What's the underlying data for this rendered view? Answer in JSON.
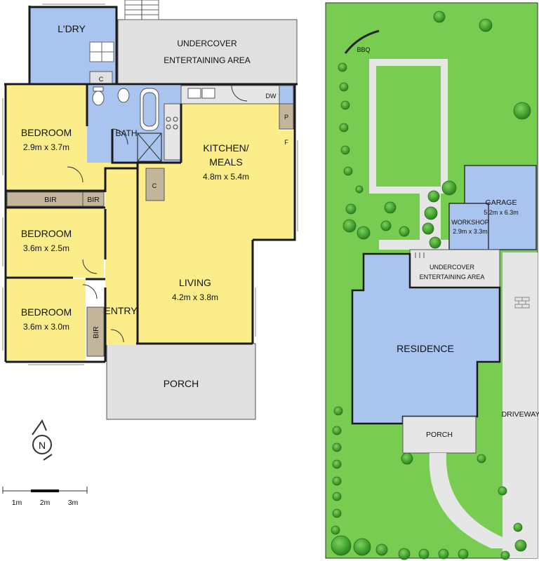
{
  "floor_plan": {
    "rooms": {
      "laundry": "L'DRY",
      "entertaining": [
        "UNDERCOVER",
        "ENTERTAINING AREA"
      ],
      "bedroom1": {
        "name": "BEDROOM",
        "dims": "2.9m x 3.7m"
      },
      "bedroom2": {
        "name": "BEDROOM",
        "dims": "3.6m x 2.5m"
      },
      "bedroom3": {
        "name": "BEDROOM",
        "dims": "3.6m x 3.0m"
      },
      "kitchen": {
        "name1": "KITCHEN/",
        "name2": "MEALS",
        "dims": "4.8m x 5.4m"
      },
      "living": {
        "name": "LIVING",
        "dims": "4.2m x 3.8m"
      },
      "bath": "BATH",
      "entry": "ENTRY",
      "porch": "PORCH"
    },
    "fixtures": {
      "cupboard": "C",
      "built_in_robe": "BIR",
      "dishwasher": "DW",
      "pantry": "P",
      "fridge": "F"
    },
    "scale": {
      "labels": [
        "1m",
        "2m",
        "3m"
      ]
    },
    "compass": "N"
  },
  "site_plan": {
    "bbq": "BBQ",
    "garage": {
      "name": "GARAGE",
      "dims": "5.2m x 6.3m"
    },
    "workshop": {
      "name": "WORKSHOP",
      "dims": "2.9m x 3.3m"
    },
    "entertaining": [
      "UNDERCOVER",
      "ENTERTAINING AREA"
    ],
    "residence": "RESIDENCE",
    "porch": "PORCH",
    "driveway": "DRIVEWAY"
  },
  "colors": {
    "wet_area": "#a9c4ee",
    "living_area": "#fbee8a",
    "outdoor": "#e0e0e0",
    "robe": "#c2b59c",
    "lawn": "#79cc52",
    "tree": "#3f9f2c",
    "wall": "#1a1a1a"
  }
}
